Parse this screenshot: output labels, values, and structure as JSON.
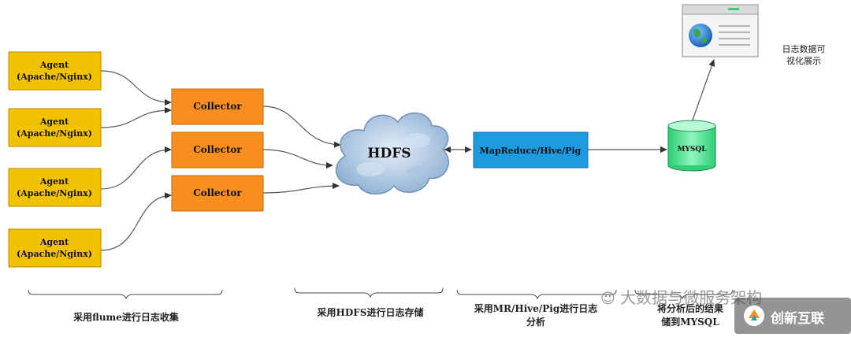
{
  "agents": [
    {
      "line1": "Agent",
      "line2": "(Apache/Nginx)"
    },
    {
      "line1": "Agent",
      "line2": "(Apache/Nginx)"
    },
    {
      "line1": "Agent",
      "line2": "(Apache/Nginx)"
    },
    {
      "line1": "Agent",
      "line2": "(Apache/Nginx)"
    }
  ],
  "collectors": [
    "Collector",
    "Collector",
    "Collector"
  ],
  "hdfs": "HDFS",
  "processing": "MapReduce/Hive/Pig",
  "database": "MYSQL",
  "visualization": {
    "line1": "日志数据可",
    "line2": "视化展示"
  },
  "phases": {
    "collect": "采用flume进行日志收集",
    "store": "采用HDFS进行日志存储",
    "analyze_line1": "采用MR/Hive/Pig进行日志",
    "analyze_line2": "分析",
    "export_line1": "将分析后的结果",
    "export_line2": "储到MYSQL"
  },
  "watermark": "大数据与微服务架构",
  "logo": "创新互联",
  "colors": {
    "agent_fill": "#f2c200",
    "agent_stroke": "#b88a00",
    "collector_fill": "#f78e1e",
    "collector_stroke": "#c96a0a",
    "process_fill": "#1d9be0",
    "process_stroke": "#0d6fa8",
    "db_fill": "#3fe08a",
    "cloud_fill": "#b9cfe6",
    "line": "#555555"
  }
}
